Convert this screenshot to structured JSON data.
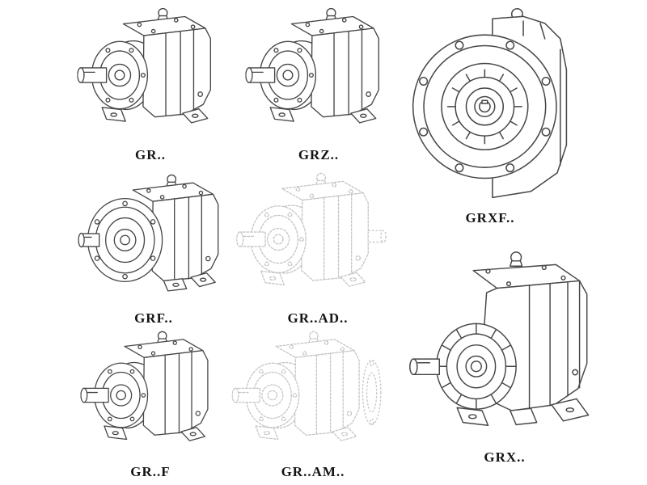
{
  "page": {
    "background": "#ffffff",
    "line_color": "#474747",
    "phantom_line_color": "#c6c6c6",
    "label_color": "#141414"
  },
  "catalog": {
    "items": [
      {
        "code": "GR..",
        "style": "solid"
      },
      {
        "code": "GRZ..",
        "style": "solid"
      },
      {
        "code": "GRXF..",
        "style": "solid"
      },
      {
        "code": "GRF..",
        "style": "solid"
      },
      {
        "code": "GR..AD..",
        "style": "dashed-gray"
      },
      {
        "code": "GR..F",
        "style": "solid"
      },
      {
        "code": "GR..AM..",
        "style": "dashed-gray"
      },
      {
        "code": "GRX..",
        "style": "solid"
      }
    ]
  }
}
